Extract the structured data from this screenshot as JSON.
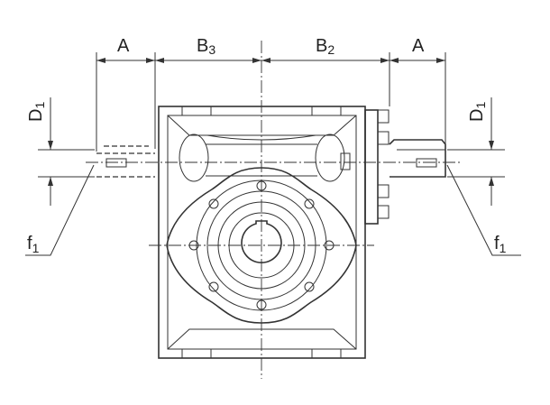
{
  "dimensions": {
    "left_a": {
      "letter": "A"
    },
    "b3": {
      "letter": "B",
      "sub": "3"
    },
    "b2": {
      "letter": "B",
      "sub": "2"
    },
    "right_a": {
      "letter": "A"
    },
    "left_d1": {
      "letter": "D",
      "sub": "1"
    },
    "right_d1": {
      "letter": "D",
      "sub": "1"
    },
    "left_f1": {
      "letter": "f",
      "sub": "1"
    },
    "right_f1": {
      "letter": "f",
      "sub": "1"
    }
  }
}
